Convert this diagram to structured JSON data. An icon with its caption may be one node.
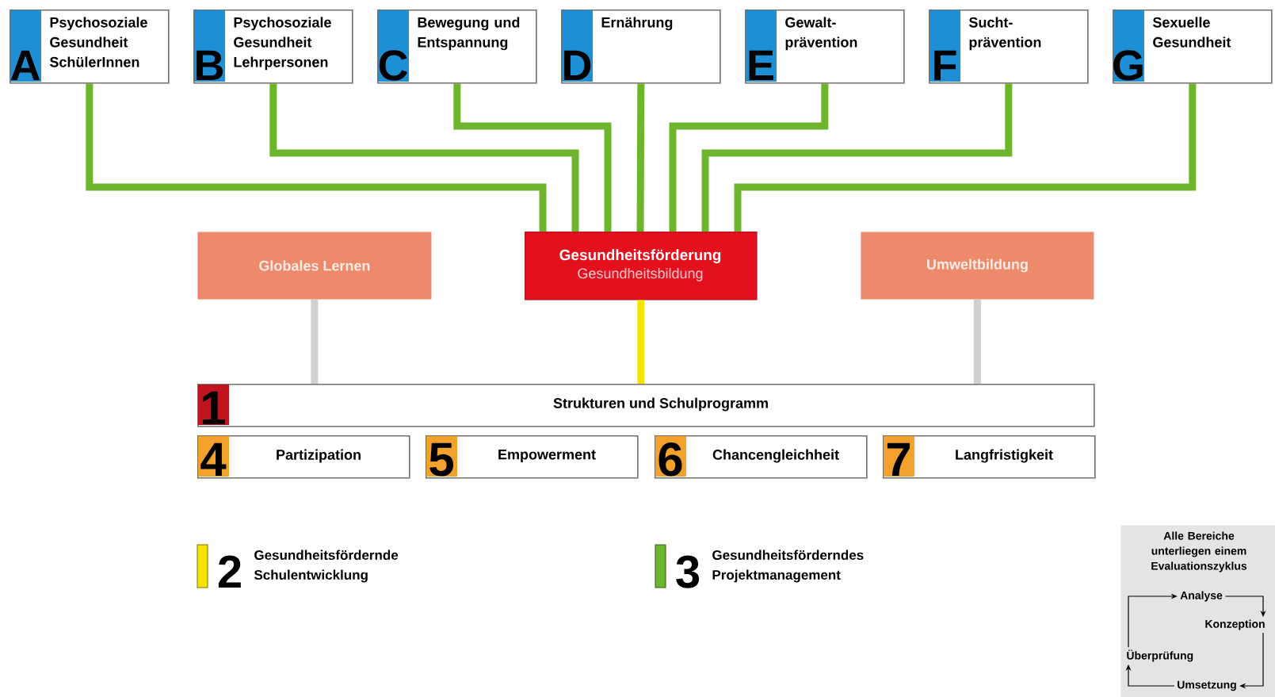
{
  "diagram": {
    "nodes": [
      {
        "text": [
          "A",
          "Psychosoziale Gesundheit SchülerInnen"
        ]
      },
      {
        "text": [
          "B",
          "Psychosoziale Gesundheit Lehrpersonen"
        ]
      },
      {
        "text": [
          "C",
          "Bewegung und Entspannung"
        ]
      },
      {
        "text": [
          "D",
          "Ernährung"
        ]
      },
      {
        "text": [
          "E",
          "Gewalt- prävention"
        ]
      },
      {
        "text": [
          "F",
          "Sucht- prävention"
        ]
      },
      {
        "text": [
          "G",
          "Sexuelle Gesundheit"
        ]
      },
      {
        "text": [
          "Globales Lernen"
        ]
      },
      {
        "text": [
          "Gesundheitsförderung",
          "Gesundheitsbildung"
        ]
      },
      {
        "text": [
          "Umweltbildung"
        ]
      },
      {
        "text": [
          "1",
          "Strukturen und Schulprogramm"
        ]
      },
      {
        "text": [
          "4",
          "Partizipation"
        ]
      },
      {
        "text": [
          "5",
          "Empowerment"
        ]
      },
      {
        "text": [
          "6",
          "Chancengleichheit"
        ]
      },
      {
        "text": [
          "7",
          "Langfristigkeit"
        ]
      },
      {
        "text": [
          "Alle Bereiche unterliegen einem Evaluationszyklus"
        ]
      },
      {
        "text": [
          "Analyse"
        ],
        "in": 15
      },
      {
        "text": [
          "Konzeption"
        ],
        "in": 15
      },
      {
        "text": [
          "Überprüfung"
        ],
        "in": 15
      },
      {
        "text": [
          "Umsetzung"
        ],
        "in": 15
      }
    ],
    "edges": [
      {
        "from": 0,
        "to": 8,
        "arrow": "none"
      },
      {
        "from": 1,
        "to": 8,
        "arrow": "none"
      },
      {
        "from": 2,
        "to": 8,
        "arrow": "none"
      },
      {
        "from": 3,
        "to": 8,
        "arrow": "none"
      },
      {
        "from": 4,
        "to": 8,
        "arrow": "none"
      },
      {
        "from": 5,
        "to": 8,
        "arrow": "none"
      },
      {
        "from": 6,
        "to": 8,
        "arrow": "none"
      },
      {
        "from": 7,
        "to": 10,
        "arrow": "none",
        "color": "#d0d0d0"
      },
      {
        "from": 8,
        "to": 10,
        "arrow": "none",
        "color": "#f5e400"
      },
      {
        "from": 9,
        "to": 10,
        "arrow": "none",
        "color": "#d0d0d0"
      },
      {
        "from": 16,
        "to": 17,
        "arrow": "to",
        "color": "#000000"
      },
      {
        "from": 17,
        "to": 19,
        "arrow": "to",
        "color": "#000000"
      },
      {
        "from": 19,
        "to": 18,
        "arrow": "to",
        "color": "#000000"
      },
      {
        "from": 18,
        "to": 16,
        "arrow": "to",
        "color": "#000000"
      }
    ],
    "labels": [
      "2",
      "3"
    ],
    "legend": [
      {
        "text": "Gesundheitsfördernde Schulentwicklung",
        "color": "#f5e400"
      },
      {
        "text": "Gesundheitsförderndes Projektmanagement",
        "color": "#6cb52d"
      }
    ]
  }
}
